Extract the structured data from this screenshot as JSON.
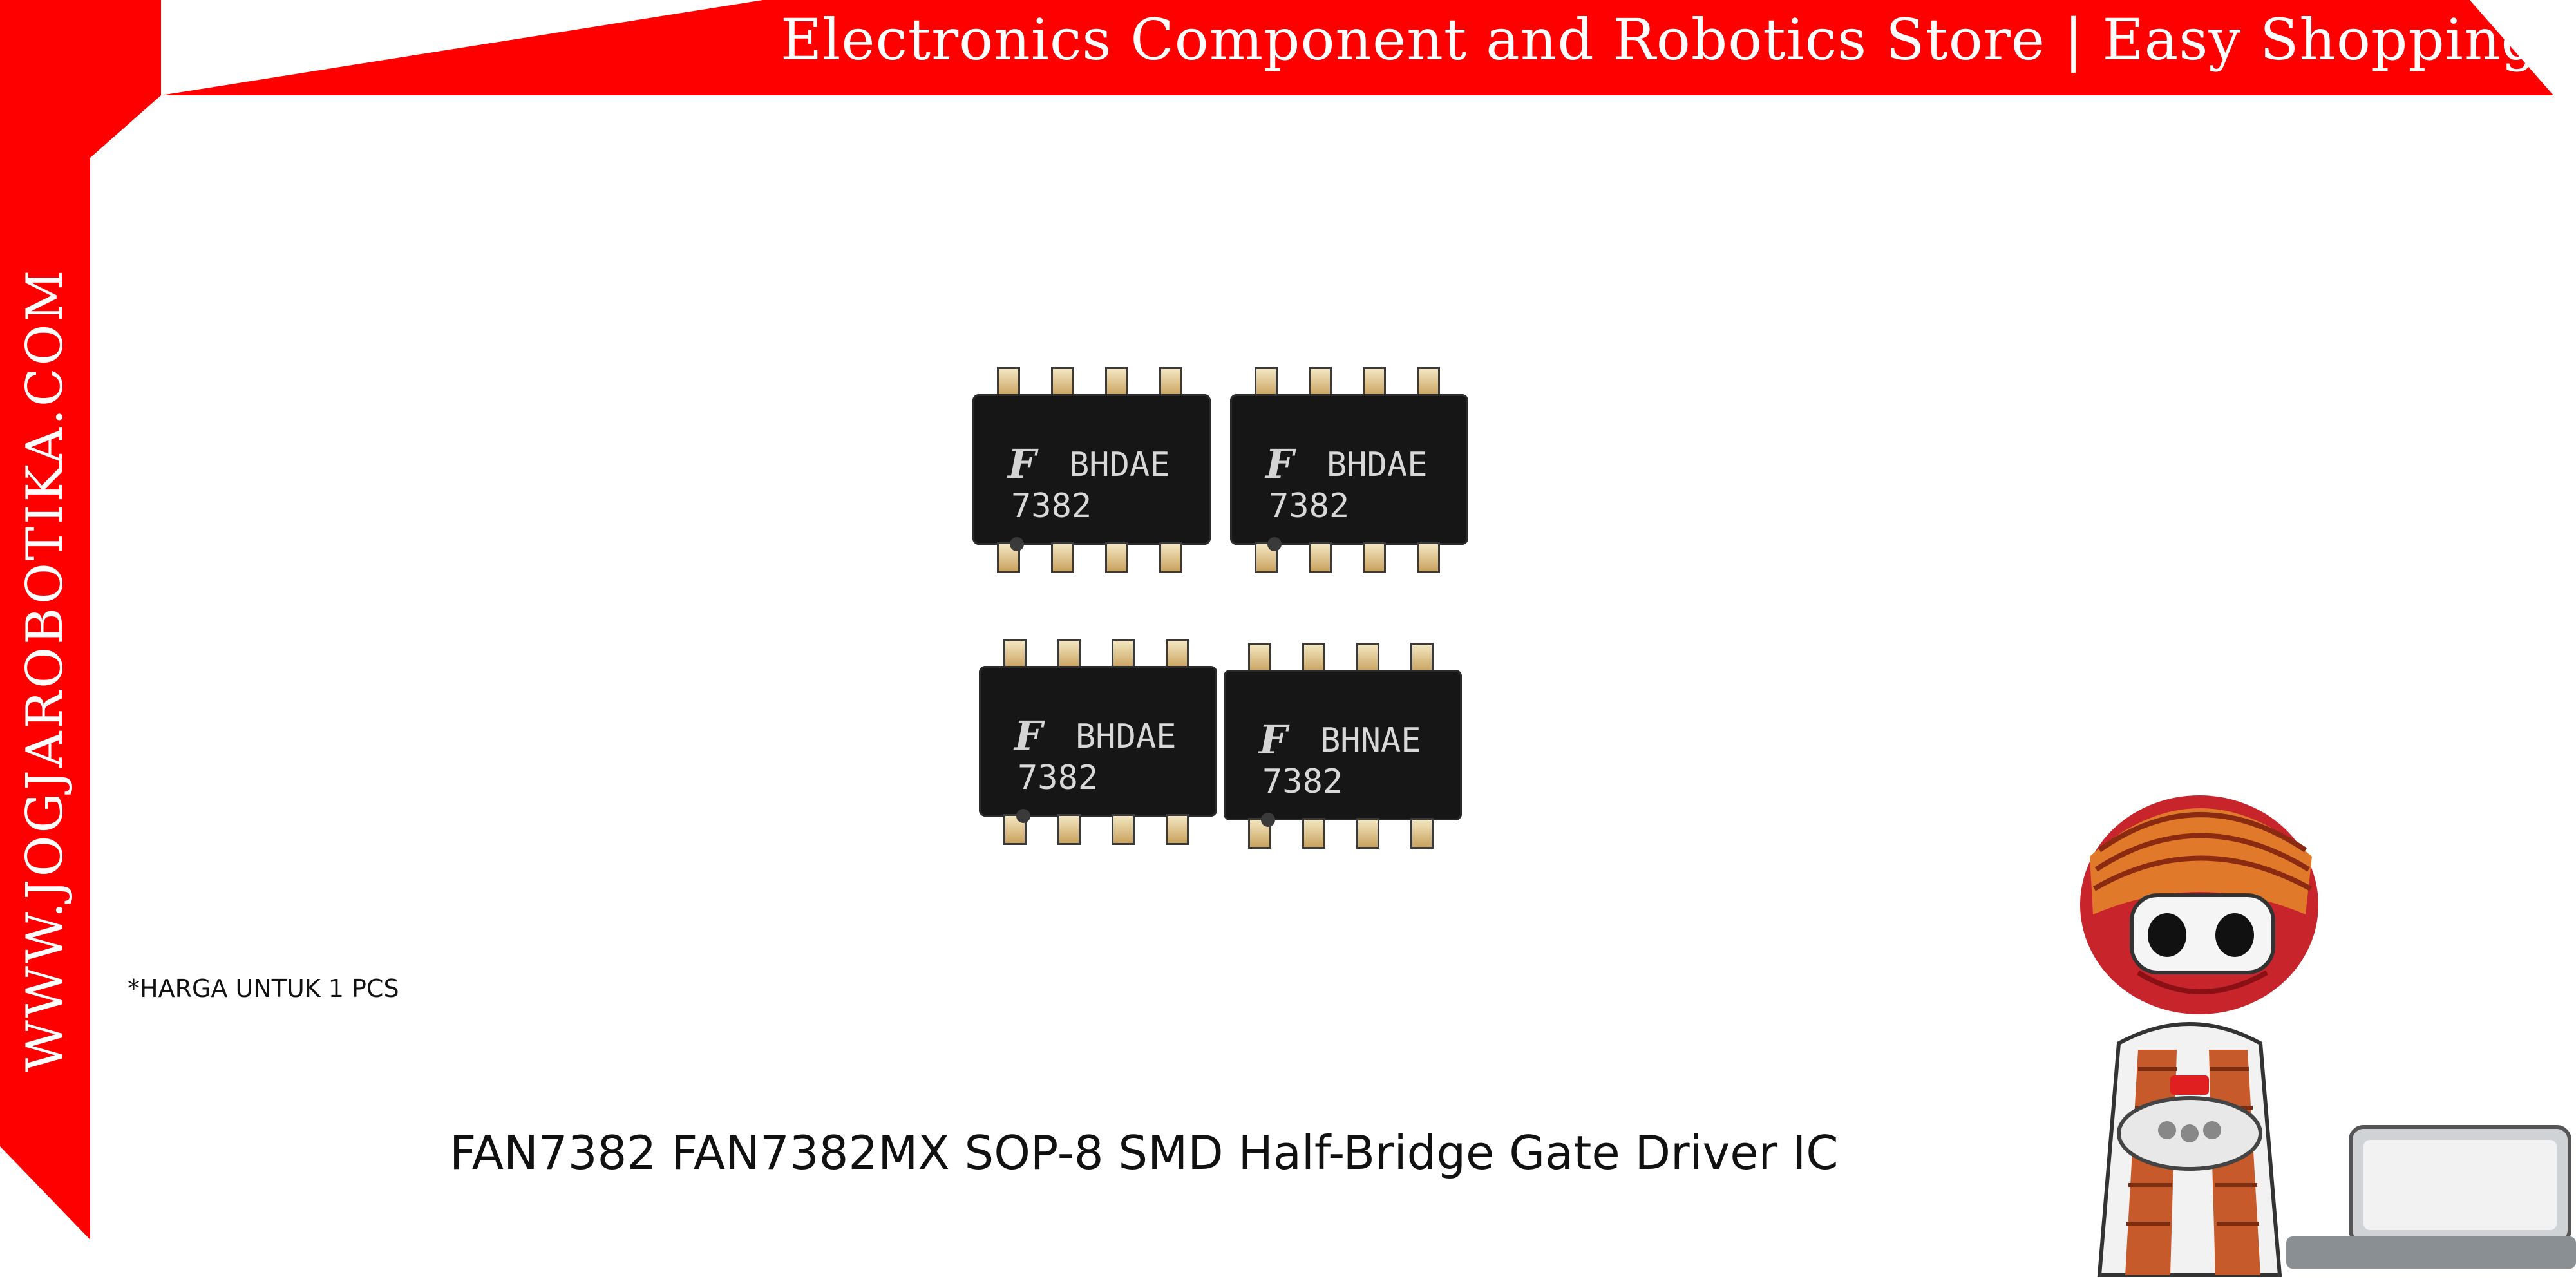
{
  "banner": {
    "text": "Electronics Component and Robotics Store | Easy Shopping",
    "color": "#ff0000"
  },
  "side_banner": {
    "text": "WWW.JOGJAROBOTIKA.COM",
    "color": "#ff0000"
  },
  "price_note": "*HARGA UNTUK 1 PCS",
  "product_title": "FAN7382 FAN7382MX SOP-8 SMD Half-Bridge Gate Driver IC",
  "chips": [
    {
      "logo": "F",
      "code": "BHDAE",
      "part": "7382"
    },
    {
      "logo": "F",
      "code": "BHDAE",
      "part": "7382"
    },
    {
      "logo": "F",
      "code": "BHDAE",
      "part": "7382"
    },
    {
      "logo": "F",
      "code": "BHNAE",
      "part": "7382"
    }
  ],
  "mascot": {
    "icon": "robot-mascot-icon"
  }
}
